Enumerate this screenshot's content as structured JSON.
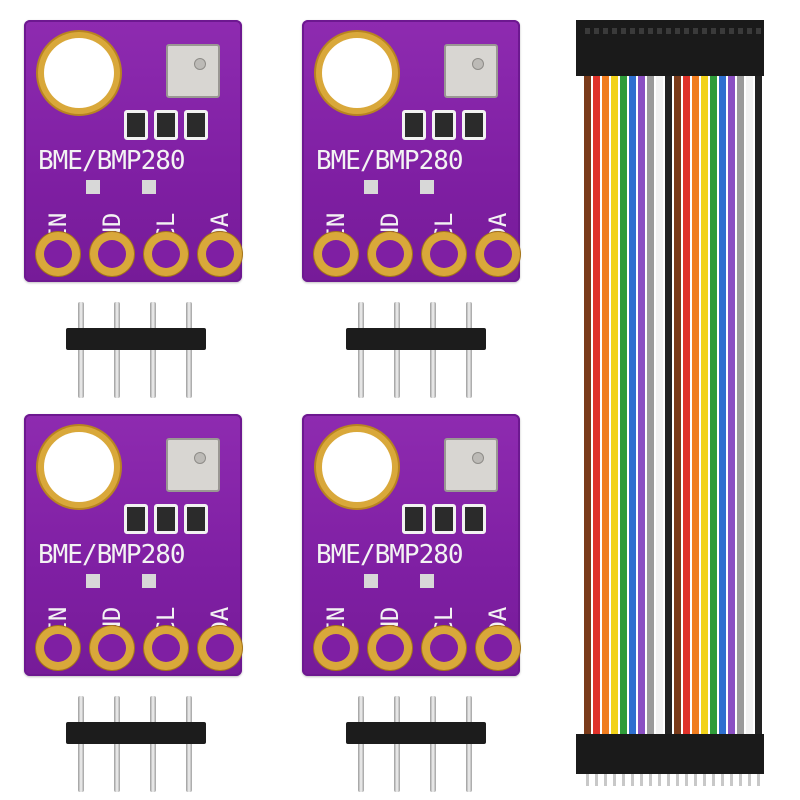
{
  "boards": [
    {
      "label": "BME/BMP280",
      "pins": [
        "VIN",
        "GND",
        "SCL",
        "SDA"
      ]
    },
    {
      "label": "BME/BMP280",
      "pins": [
        "VIN",
        "GND",
        "SCL",
        "SDA"
      ]
    },
    {
      "label": "BME/BMP280",
      "pins": [
        "VIN",
        "GND",
        "SCL",
        "SDA"
      ]
    },
    {
      "label": "BME/BMP280",
      "pins": [
        "VIN",
        "GND",
        "SCL",
        "SDA"
      ]
    }
  ],
  "colors": {
    "pcb": "#8e2bb0",
    "gold": "#d9a83a",
    "header_plastic": "#1c1c1c"
  },
  "cable": {
    "wire_colors": [
      "#7a3b1a",
      "#e0322a",
      "#f07d1f",
      "#f2d21a",
      "#2f9b3a",
      "#2f6fd0",
      "#8a4fc2",
      "#9a9a9a",
      "#f2f2f2",
      "#222222"
    ]
  }
}
